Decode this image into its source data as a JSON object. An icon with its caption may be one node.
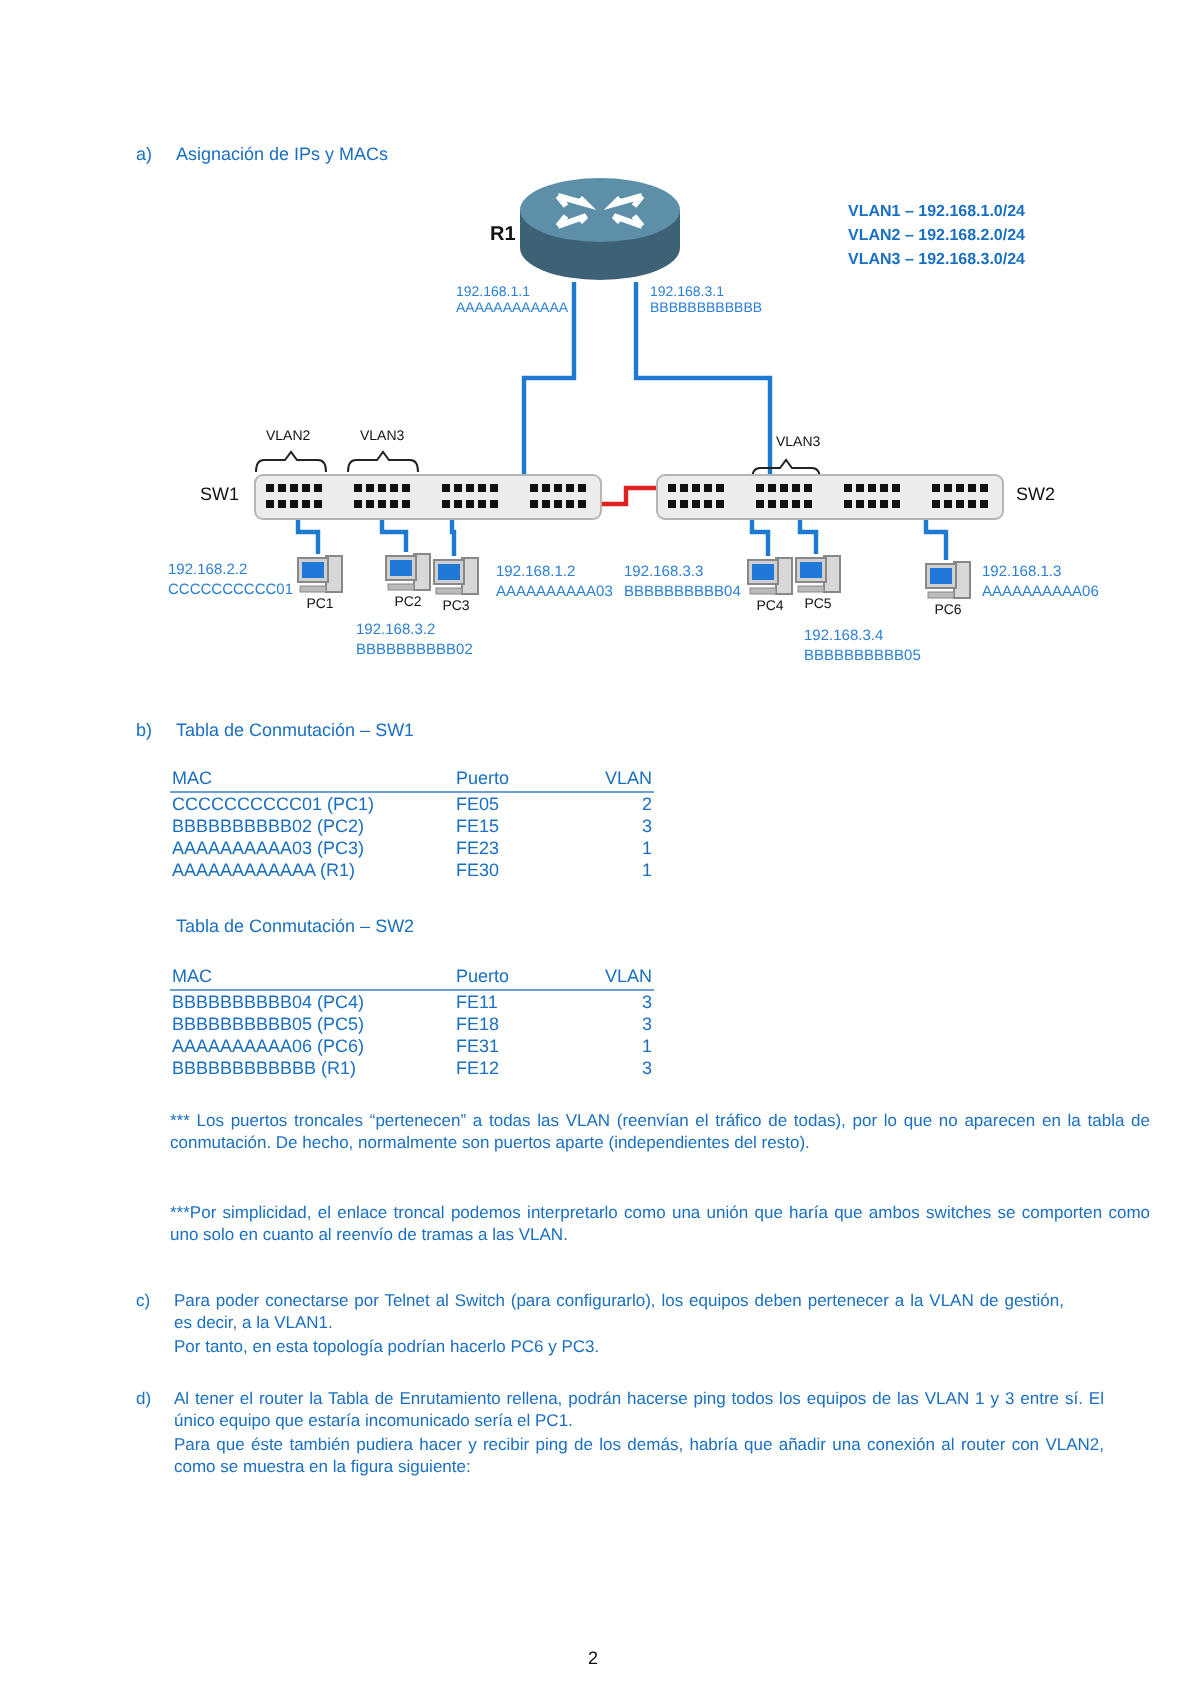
{
  "diagram": {
    "nodes": [
      {
        "text": [
          "R1"
        ]
      },
      {
        "text": [
          "SW1"
        ]
      },
      {
        "text": [
          "SW2"
        ]
      },
      {
        "text": [
          "PC1"
        ],
        "beside": [
          "192.168.2.2",
          "CCCCCCCCCC01"
        ]
      },
      {
        "text": [
          "PC2"
        ],
        "beside": [
          "192.168.3.2",
          "BBBBBBBBBB02"
        ]
      },
      {
        "text": [
          "PC3"
        ],
        "beside": [
          "192.168.1.2",
          "AAAAAAAAAA03"
        ]
      },
      {
        "text": [
          "PC4"
        ],
        "beside": [
          "192.168.3.3",
          "BBBBBBBBBB04"
        ]
      },
      {
        "text": [
          "PC5"
        ],
        "beside": [
          "192.168.3.4",
          "BBBBBBBBBB05"
        ]
      },
      {
        "text": [
          "PC6"
        ],
        "beside": [
          "192.168.1.3",
          "AAAAAAAAAA06"
        ]
      }
    ],
    "edges": [
      {
        "from": 0,
        "to": 1,
        "arrow": "none",
        "label": "192.168.1.1 AAAAAAAAAAAA"
      },
      {
        "from": 0,
        "to": 2,
        "arrow": "none",
        "label": "192.168.3.1 BBBBBBBBBBBB"
      },
      {
        "from": 1,
        "to": 2,
        "arrow": "none",
        "color": "#e02020"
      },
      {
        "from": 1,
        "to": 3,
        "arrow": "none"
      },
      {
        "from": 1,
        "to": 4,
        "arrow": "none"
      },
      {
        "from": 1,
        "to": 5,
        "arrow": "none"
      },
      {
        "from": 2,
        "to": 6,
        "arrow": "none"
      },
      {
        "from": 2,
        "to": 7,
        "arrow": "none"
      },
      {
        "from": 2,
        "to": 8,
        "arrow": "none"
      }
    ],
    "labels": [
      "a)",
      "Asignación de IPs y MACs",
      "VLAN1 – 192.168.1.0/24",
      "VLAN2 – 192.168.2.0/24",
      "VLAN3 – 192.168.3.0/24",
      "VLAN2",
      "VLAN3",
      "VLAN3",
      "b)",
      "Tabla de Conmutación – SW1",
      "MAC",
      "Puerto",
      "VLAN",
      "CCCCCCCCCC01 (PC1)",
      "FE05",
      "2",
      "BBBBBBBBBB02 (PC2)",
      "FE15",
      "3",
      "AAAAAAAAAA03 (PC3)",
      "FE23",
      "1",
      "AAAAAAAAAAAA (R1)",
      "FE30",
      "1",
      "Tabla de Conmutación – SW2",
      "MAC",
      "Puerto",
      "VLAN",
      "BBBBBBBBBB04 (PC4)",
      "FE11",
      "3",
      "BBBBBBBBBB05 (PC5)",
      "FE18",
      "3",
      "AAAAAAAAAA06 (PC6)",
      "FE31",
      "1",
      "BBBBBBBBBBBB (R1)",
      "FE12",
      "3",
      "*** Los puertos troncales “pertenecen” a todas las VLAN (reenvían el tráfico de todas), por lo que no aparecen en la tabla de conmutación. De hecho, normalmente son puertos aparte (independientes del resto).",
      "***Por simplicidad, el enlace troncal podemos interpretarlo como una unión que haría que ambos switches se comporten como uno solo en cuanto al reenvío de tramas a las VLAN.",
      "c)",
      "Para poder conectarse por Telnet al Switch (para configurarlo), los equipos deben pertenecer a la VLAN de gestión, es decir, a la VLAN1.",
      "Por tanto, en esta topología podrían hacerlo PC6 y PC3.",
      "d)",
      "Al tener el router la Tabla de Enrutamiento rellena, podrán hacerse ping todos los equipos de las VLAN 1 y 3 entre sí. El único equipo que estaría incomunicado sería el PC1.",
      "Para que éste también pudiera hacer y recibir ping de los demás, habría que añadir una conexión al router con VLAN2, como se muestra en la figura siguiente:",
      "2"
    ]
  }
}
